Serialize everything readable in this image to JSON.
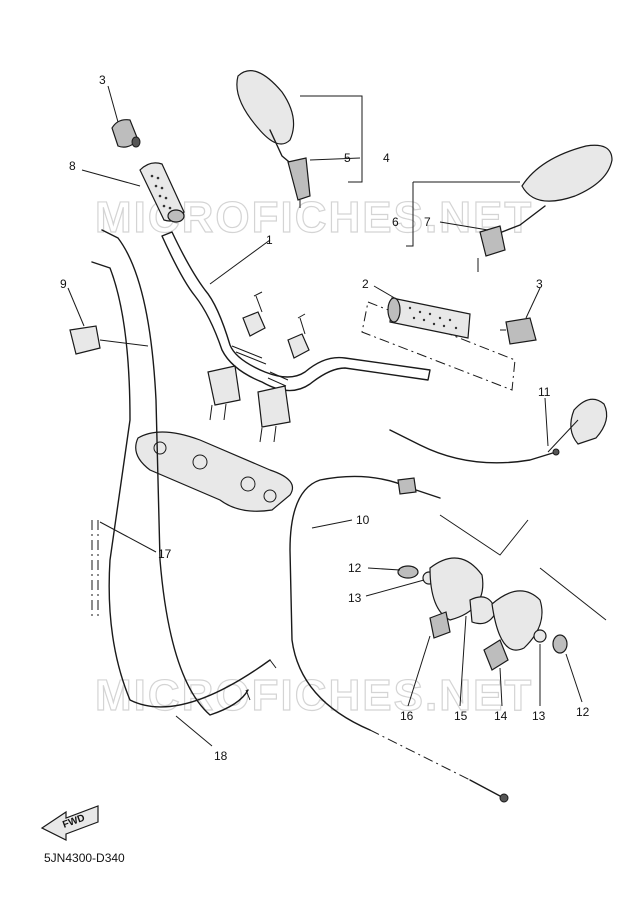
{
  "watermark": "MICROFICHES.NET",
  "drawing_code": "5JN4300-D340",
  "fwd_label": "FWD",
  "callouts": {
    "c1": "1",
    "c2": "2",
    "c3a": "3",
    "c3b": "3",
    "c4": "4",
    "c5": "5",
    "c6": "6",
    "c7": "7",
    "c8": "8",
    "c9": "9",
    "c10": "10",
    "c11": "11",
    "c12a": "12",
    "c12b": "12",
    "c13a": "13",
    "c13b": "13",
    "c14": "14",
    "c15": "15",
    "c16": "16",
    "c17": "17",
    "c18": "18"
  }
}
